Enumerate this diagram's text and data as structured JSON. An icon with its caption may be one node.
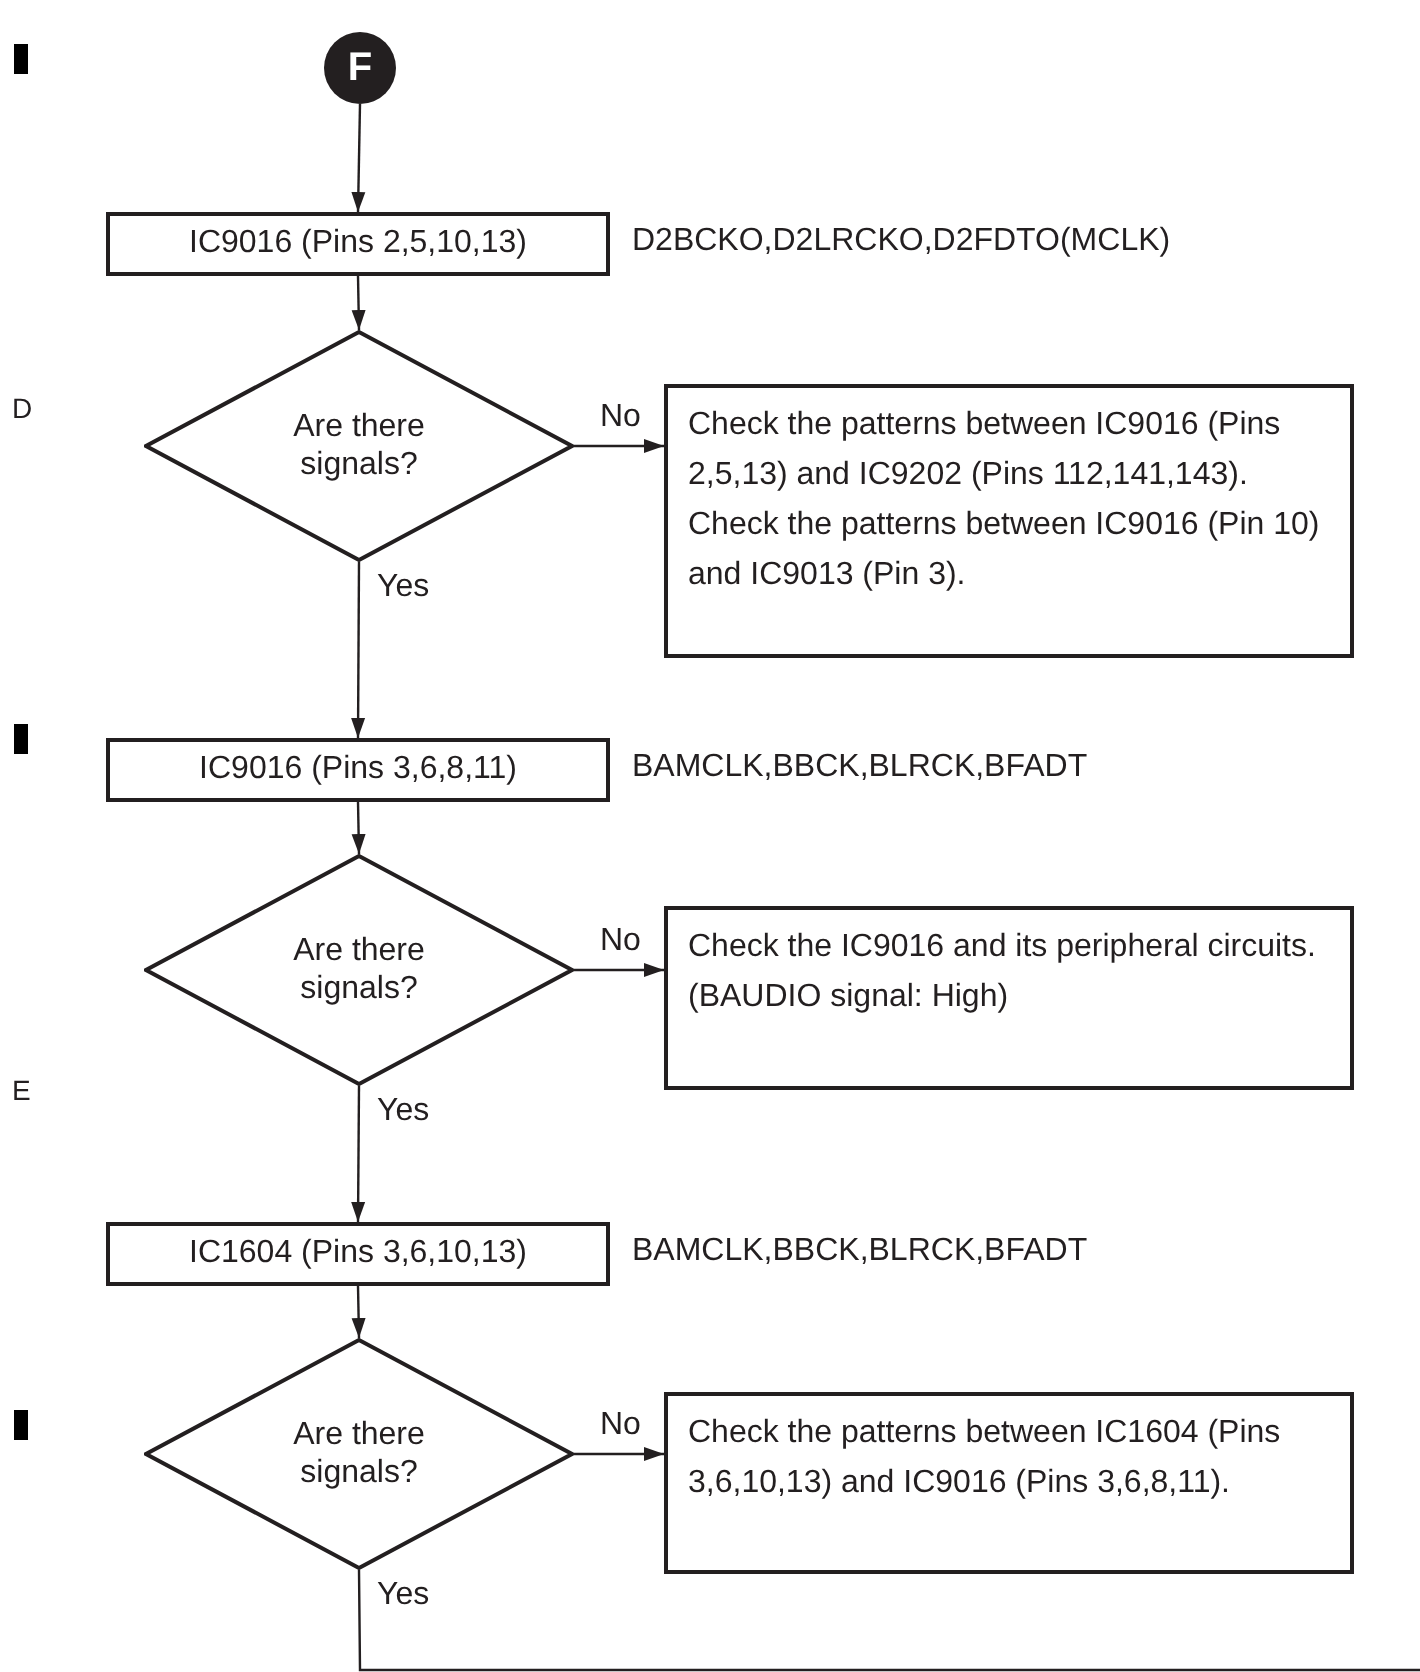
{
  "diagram": {
    "nodes": [
      {
        "text": [
          "F"
        ]
      },
      {
        "text": [
          "IC9016 (Pins 2,5,10,13)"
        ],
        "beside": [
          "D2BCKO,D2LRCKO,D2FDTO(MCLK)"
        ]
      },
      {
        "text": [
          "Are there signals?"
        ]
      },
      {
        "text": [
          "Check the patterns between IC9016 (Pins 2,5,13) and IC9202 (Pins 112,141,143). Check the patterns between IC9016 (Pin 10) and IC9013 (Pin 3)."
        ]
      },
      {
        "text": [
          "IC9016 (Pins 3,6,8,11)"
        ],
        "beside": [
          "BAMCLK,BBCK,BLRCK,BFADT"
        ]
      },
      {
        "text": [
          "Are there signals?"
        ]
      },
      {
        "text": [
          "Check the IC9016 and its peripheral circuits. (BAUDIO signal: High)"
        ]
      },
      {
        "text": [
          "IC1604 (Pins 3,6,10,13)"
        ],
        "beside": [
          "BAMCLK,BBCK,BLRCK,BFADT"
        ]
      },
      {
        "text": [
          "Are there signals?"
        ]
      },
      {
        "text": [
          "Check the patterns between IC1604 (Pins 3,6,10,13) and IC9016 (Pins 3,6,8,11)."
        ]
      }
    ],
    "edges": [
      {
        "from": 0,
        "to": 1,
        "arrow": "to"
      },
      {
        "from": 1,
        "to": 2,
        "arrow": "to"
      },
      {
        "from": 2,
        "to": 3,
        "arrow": "to",
        "label": "No"
      },
      {
        "from": 2,
        "to": 4,
        "arrow": "to",
        "label": "Yes"
      },
      {
        "from": 4,
        "to": 5,
        "arrow": "to"
      },
      {
        "from": 5,
        "to": 6,
        "arrow": "to",
        "label": "No"
      },
      {
        "from": 5,
        "to": 7,
        "arrow": "to",
        "label": "Yes"
      },
      {
        "from": 7,
        "to": 8,
        "arrow": "to"
      },
      {
        "from": 8,
        "to": 9,
        "arrow": "to",
        "label": "No"
      },
      {
        "from": 8,
        "to": null,
        "arrow": "none",
        "label": "Yes"
      }
    ],
    "labels": [
      "D",
      "E"
    ]
  }
}
